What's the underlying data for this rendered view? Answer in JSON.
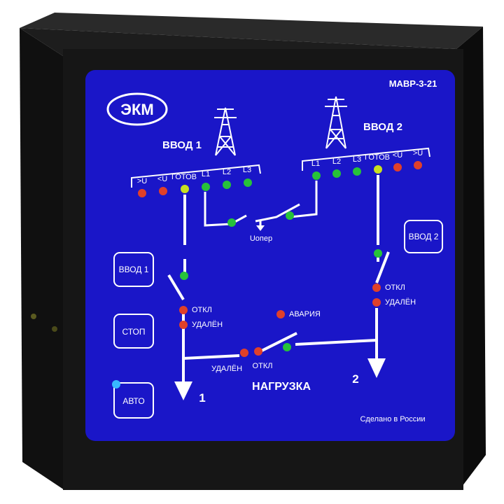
{
  "brand": "ЭКМ",
  "model": "МАВР-3-21",
  "input1": {
    "title": "ВВОД 1",
    "leds": [
      ">U",
      "<U",
      "ГОТОВ",
      "L1",
      "L2",
      "L3"
    ]
  },
  "input2": {
    "title": "ВВОД 2",
    "leds": [
      "L1",
      "L2",
      "L3",
      "ГОТОВ",
      "<U",
      ">U"
    ]
  },
  "uoper": "Uопер",
  "buttons": {
    "input1": "ВВОД 1",
    "input2": "ВВОД 2",
    "stop": "СТОП",
    "auto": "АВТО"
  },
  "status": {
    "off_left": "ОТКЛ",
    "remote_left": "УДАЛЁН",
    "off_right": "ОТКЛ",
    "remote_right": "УДАЛЁН",
    "alarm": "АВАРИЯ",
    "remote_bottom": "УДАЛЁН",
    "off_bottom": "ОТКЛ"
  },
  "load": "НАГРУЗКА",
  "out1": "1",
  "out2": "2",
  "made_in": "Сделано в России",
  "colors": {
    "panel": "#1a16c8",
    "housing": "#141414",
    "led_red": "#e0402a",
    "led_green": "#27c23a",
    "led_yellow": "#c8e020",
    "led_blue": "#38b8ff"
  }
}
